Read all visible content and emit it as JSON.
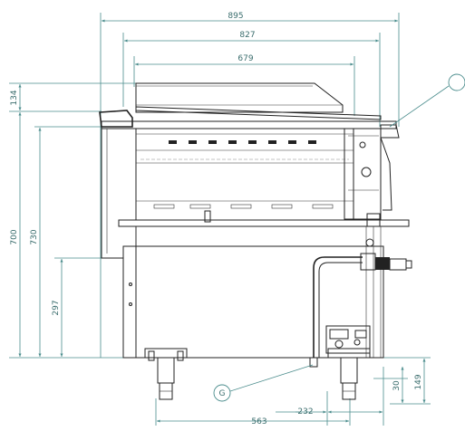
{
  "diagram": {
    "dimensions_horizontal": [
      "895",
      "827",
      "679",
      "563",
      "232"
    ],
    "dimensions_vertical": [
      "134",
      "700",
      "730",
      "297",
      "30",
      "149"
    ],
    "callouts": [
      "G"
    ]
  },
  "colors": {
    "dimension": "#4a8c8c",
    "outline": "#222222"
  }
}
